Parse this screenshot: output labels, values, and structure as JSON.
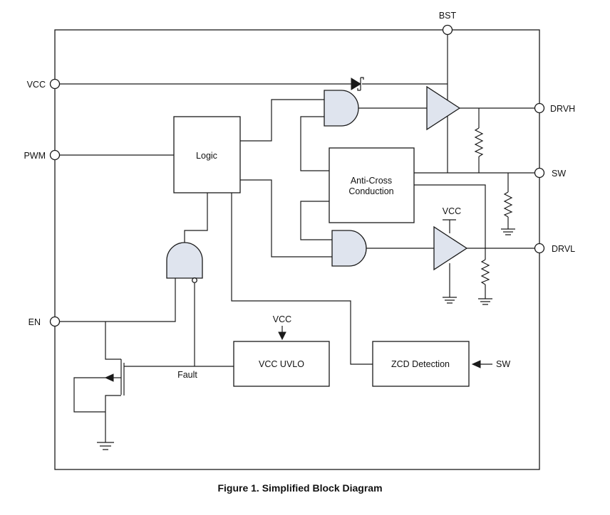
{
  "pins": {
    "bst": "BST",
    "vcc": "VCC",
    "pwm": "PWM",
    "en": "EN",
    "drvh": "DRVH",
    "sw": "SW",
    "drvl": "DRVL"
  },
  "blocks": {
    "logic": "Logic",
    "anti_cross_line1": "Anti-Cross",
    "anti_cross_line2": "Conduction",
    "vcc_uvlo": "VCC UVLO",
    "zcd": "ZCD Detection"
  },
  "labels": {
    "vcc_low_driver": "VCC",
    "vcc_uvlo_supply": "VCC",
    "fault": "Fault",
    "sw_input": "SW"
  },
  "caption": "Figure 1. Simplified Block Diagram",
  "colors": {
    "gate_fill": "#dfe4ee",
    "line": "#1a1a1a",
    "background": "#ffffff"
  }
}
